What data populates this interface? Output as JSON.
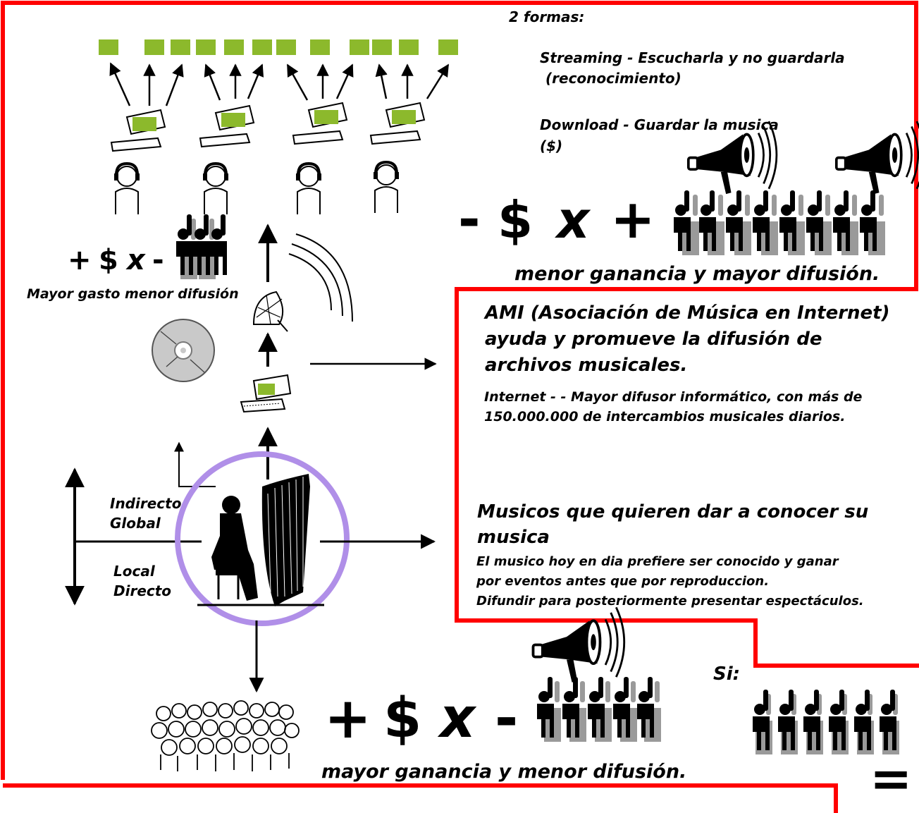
{
  "colors": {
    "frame_red": "#ff0000",
    "accent_green": "#8cb92c",
    "circle_purple": "#b08fe8",
    "ink": "#000000",
    "disc_gray": "#c9c9c9",
    "crowd_gray": "#9a9a9a"
  },
  "top_right": {
    "heading": "2 formas:",
    "streaming_line1": "Streaming - Escucharla y no guardarla",
    "streaming_line2": "(reconocimiento)",
    "download_line1": "Download - Guardar la musica",
    "download_line2": "($)"
  },
  "formula_top_right": {
    "minus": "-",
    "dollar": "$",
    "x": "x",
    "plus": "+",
    "caption": "menor ganancia y mayor difusión."
  },
  "formula_left": {
    "plus": "+",
    "dollar": "$",
    "x": "x",
    "minus": "-",
    "caption": "Mayor gasto menor difusión"
  },
  "ami_box": {
    "title_line1": "AMI (Asociación de Música en Internet)",
    "title_line2": "ayuda y promueve la difusión de",
    "title_line3": "archivos musicales.",
    "internet_line1": "Internet - -  Mayor difusor informático, con más de",
    "internet_line2": "150.000.000 de intercambios musicales diarios."
  },
  "musicians_box": {
    "title_line1": "Musicos que quieren dar a conocer su",
    "title_line2": "musica",
    "body_line1": "El musico hoy en dia prefiere ser conocido y ganar",
    "body_line2": "por eventos antes que por reproduccion.",
    "body_line3": "Difundir para posteriormente presentar espectáculos."
  },
  "axis_labels": {
    "indirecto": "Indirecto",
    "global": "Global",
    "local": "Local",
    "directo": "Directo"
  },
  "formula_bottom": {
    "plus": "+",
    "dollar": "$",
    "x": "x",
    "minus": "-",
    "caption": "mayor ganancia y menor difusión."
  },
  "bottom_right": {
    "si": "Si:",
    "equals": "="
  },
  "icons": [
    "screen-icon",
    "computer-icon",
    "listener-icon",
    "megaphone-icon",
    "crowd-icon",
    "satellite-dish-icon",
    "compact-disc-icon",
    "harpist-icon",
    "audience-icon"
  ]
}
